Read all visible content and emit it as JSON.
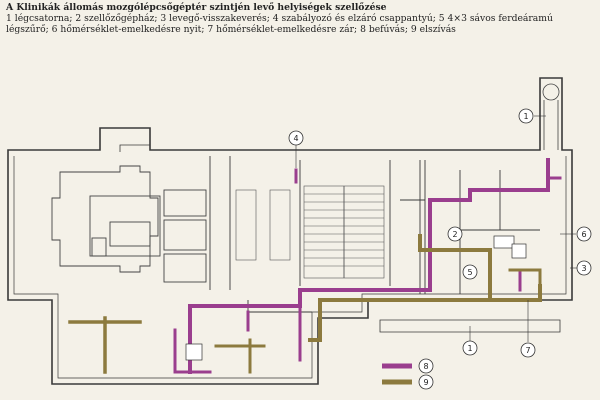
{
  "caption": {
    "title": "A Klinikák állomás mozgólépcsőgéptér szintjén levő helyiségek szellőzése",
    "legend_text": "1 légcsatorna; 2 szellőzőgépház; 3 levegő-visszakeverés; 4 szabályozó és elzáró csappantyú; 5 4×3 sávos ferdeáramú légszűrő; 6 hőmérséklet-emelkedésre nyit; 7 hőmérséklet-emelkedésre zár; 8 befúvás; 9 elszívás"
  },
  "callouts": [
    {
      "id": "c1a",
      "label": "1"
    },
    {
      "id": "c1b",
      "label": "1"
    },
    {
      "id": "c2",
      "label": "2"
    },
    {
      "id": "c3",
      "label": "3"
    },
    {
      "id": "c4",
      "label": "4"
    },
    {
      "id": "c5",
      "label": "5"
    },
    {
      "id": "c6",
      "label": "6"
    },
    {
      "id": "c7",
      "label": "7"
    }
  ],
  "legend": [
    {
      "label": "8",
      "color": "#9a3e8e"
    },
    {
      "label": "9",
      "color": "#8c7a3e"
    }
  ],
  "colors": {
    "supply": "#9a3e8e",
    "exhaust": "#8c7a3e",
    "wall": "#3a3a3a"
  }
}
